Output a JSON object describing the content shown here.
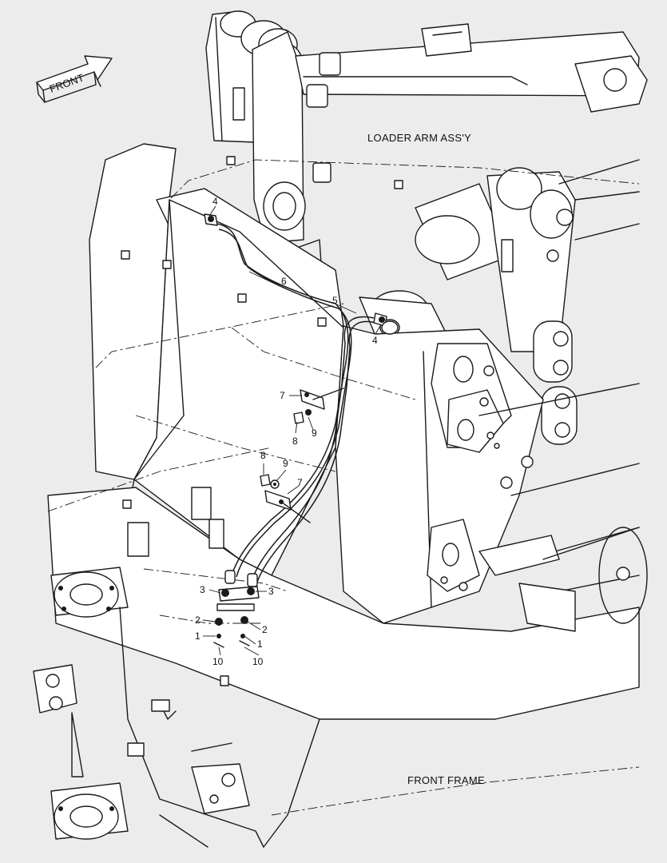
{
  "direction_arrow": {
    "text": "FRONT"
  },
  "assembly_labels": {
    "loader_arm": "LOADER ARM ASS'Y",
    "front_frame": "FRONT FRAME"
  },
  "callouts": [
    {
      "id": "c4a",
      "text": "4"
    },
    {
      "id": "c6",
      "text": "6"
    },
    {
      "id": "c5",
      "text": "5"
    },
    {
      "id": "c4b",
      "text": "4"
    },
    {
      "id": "c7a",
      "text": "7"
    },
    {
      "id": "c8a",
      "text": "8"
    },
    {
      "id": "c9a",
      "text": "9"
    },
    {
      "id": "c8b",
      "text": "8"
    },
    {
      "id": "c9b",
      "text": "9"
    },
    {
      "id": "c7b",
      "text": "7"
    },
    {
      "id": "c3a",
      "text": "3"
    },
    {
      "id": "c3b",
      "text": "3"
    },
    {
      "id": "c2a",
      "text": "2"
    },
    {
      "id": "c2b",
      "text": "2"
    },
    {
      "id": "c1a",
      "text": "1"
    },
    {
      "id": "c1b",
      "text": "1"
    },
    {
      "id": "c10a",
      "text": "10"
    },
    {
      "id": "c10b",
      "text": "10"
    }
  ]
}
